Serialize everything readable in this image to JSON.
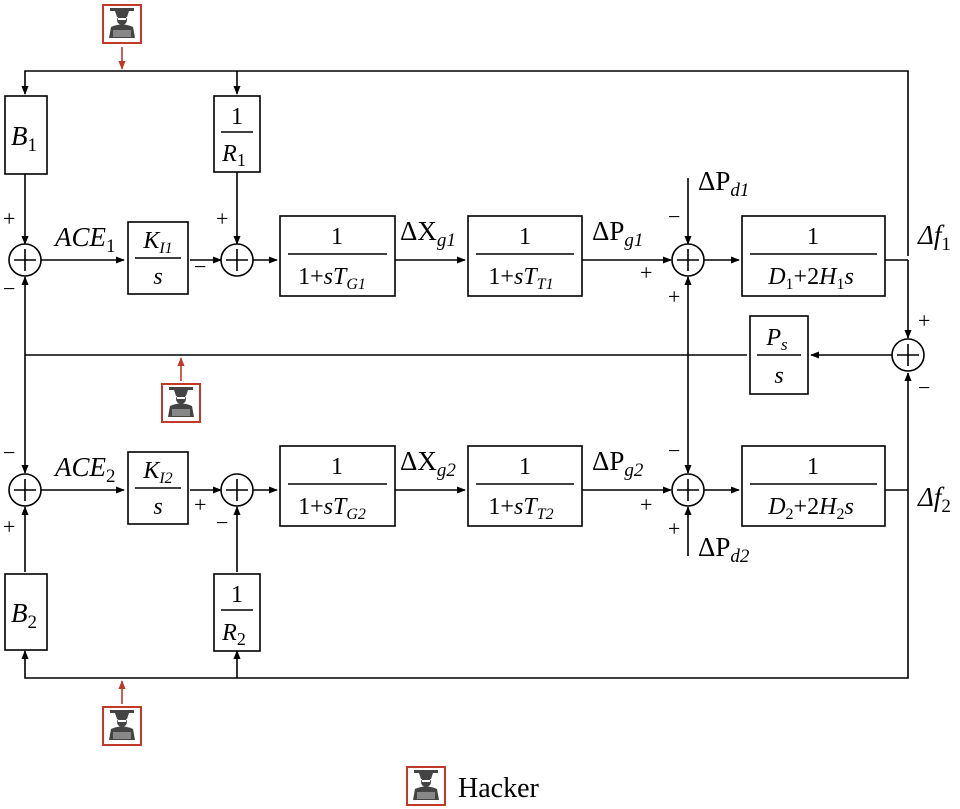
{
  "colors": {
    "line": "#000000",
    "hacker": "#c0392b"
  },
  "icons": {
    "hacker": "hacker-icon"
  },
  "area1": {
    "B": {
      "main": "B",
      "sub": "1"
    },
    "R": {
      "num": "1",
      "den_main": "R",
      "den_sub": "1"
    },
    "ACE": {
      "main": "ACE",
      "sub": "1"
    },
    "KI": {
      "num_main": "K",
      "num_sub": "I1",
      "den": "s"
    },
    "governor": {
      "num": "1",
      "den_pre": "1+",
      "den_s": "s",
      "den_T": "T",
      "den_sub": "G1"
    },
    "dXg": {
      "main": "ΔX",
      "sub": "g1"
    },
    "turbine": {
      "num": "1",
      "den_pre": "1+",
      "den_s": "s",
      "den_T": "T",
      "den_sub": "T1"
    },
    "dPg": {
      "main": "ΔP",
      "sub": "g1"
    },
    "dPd": {
      "main": "ΔP",
      "sub": "d1"
    },
    "power": {
      "num": "1",
      "den_D": "D",
      "den_Dsub": "1",
      "den_mid": "+2",
      "den_H": "H",
      "den_Hsub": "1",
      "den_s": "s"
    },
    "df": {
      "main": "Δf",
      "sub": "1"
    }
  },
  "area2": {
    "B": {
      "main": "B",
      "sub": "2"
    },
    "R": {
      "num": "1",
      "den_main": "R",
      "den_sub": "2"
    },
    "ACE": {
      "main": "ACE",
      "sub": "2"
    },
    "KI": {
      "num_main": "K",
      "num_sub": "I2",
      "den": "s"
    },
    "governor": {
      "num": "1",
      "den_pre": "1+",
      "den_s": "s",
      "den_T": "T",
      "den_sub": "G2"
    },
    "dXg": {
      "main": "ΔX",
      "sub": "g2"
    },
    "turbine": {
      "num": "1",
      "den_pre": "1+",
      "den_s": "s",
      "den_T": "T",
      "den_sub": "T2"
    },
    "dPg": {
      "main": "ΔP",
      "sub": "g2"
    },
    "dPd": {
      "main": "ΔP",
      "sub": "d2"
    },
    "power": {
      "num": "1",
      "den_D": "D",
      "den_Dsub": "2",
      "den_mid": "+2",
      "den_H": "H",
      "den_Hsub": "2",
      "den_s": "s"
    },
    "df": {
      "main": "Δf",
      "sub": "2"
    }
  },
  "tie": {
    "num_main": "P",
    "num_sub": "s",
    "den": "s"
  },
  "signs": {
    "plus": "+",
    "minus": "−"
  },
  "legend": {
    "label": "Hacker"
  }
}
